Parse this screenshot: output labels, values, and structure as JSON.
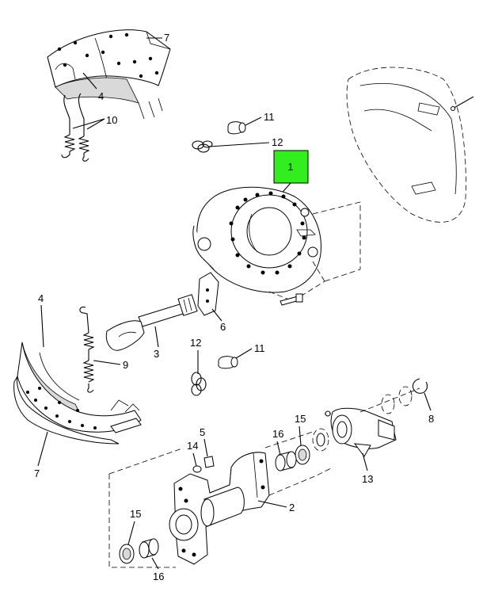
{
  "diagram": {
    "highlight_color": "#33ee1f",
    "callouts": {
      "highlighted": "1",
      "c2": "2",
      "c3": "3",
      "c4_top": "4",
      "c4_left": "4",
      "c5": "5",
      "c6": "6",
      "c7_top": "7",
      "c7_bottom": "7",
      "c8": "8",
      "c9": "9",
      "c10": "10",
      "c11_top": "11",
      "c11_mid": "11",
      "c12_top": "12",
      "c12_mid": "12",
      "c13": "13",
      "c14": "14",
      "c15_right": "15",
      "c15_left": "15",
      "c16_right": "16",
      "c16_left": "16"
    }
  }
}
